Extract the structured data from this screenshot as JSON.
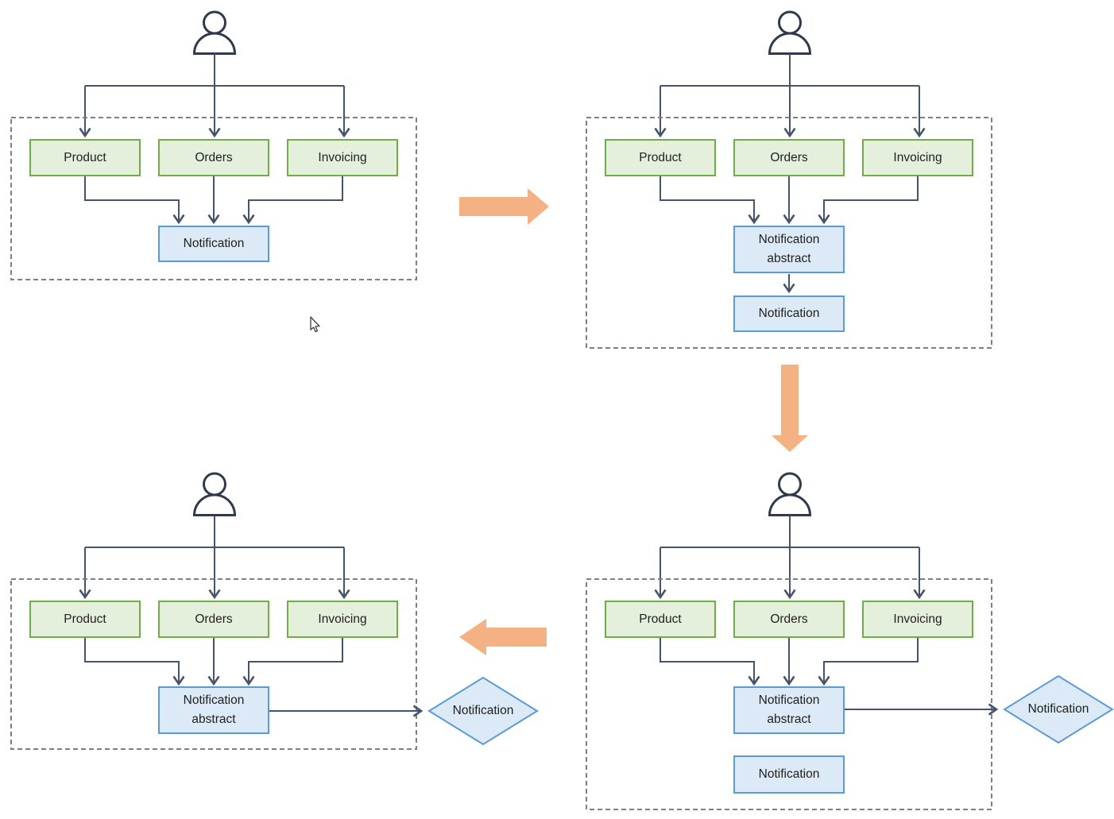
{
  "colors": {
    "background": "#FFFFFF",
    "service_fill": "#E5F0DC",
    "service_border": "#70AD47",
    "notification_fill": "#DCE9F6",
    "notification_border": "#5B9BD5",
    "connector": "#44546A",
    "person_outline": "#2F3B4D",
    "dashed_boundary": "#7F7F7F",
    "stage_arrow_fill": "#F4B183",
    "text": "#1F1F1F"
  },
  "icons": {
    "person": "person-icon",
    "stage_arrow_right": "arrow-right-icon",
    "stage_arrow_down": "arrow-down-icon",
    "stage_arrow_left": "arrow-left-icon",
    "pointer": "mouse-cursor-icon"
  },
  "panels": [
    {
      "position": "top-left",
      "services": [
        "Product",
        "Orders",
        "Invoicing"
      ],
      "notification_box": "Notification"
    },
    {
      "position": "top-right",
      "services": [
        "Product",
        "Orders",
        "Invoicing"
      ],
      "abstract_box": "Notification abstract",
      "notification_box": "Notification"
    },
    {
      "position": "bottom-left",
      "services": [
        "Product",
        "Orders",
        "Invoicing"
      ],
      "abstract_box": "Notification abstract",
      "diamond": "Notification"
    },
    {
      "position": "bottom-right",
      "services": [
        "Product",
        "Orders",
        "Invoicing"
      ],
      "abstract_box": "Notification abstract",
      "diamond": "Notification",
      "notification_box": "Notification"
    }
  ]
}
